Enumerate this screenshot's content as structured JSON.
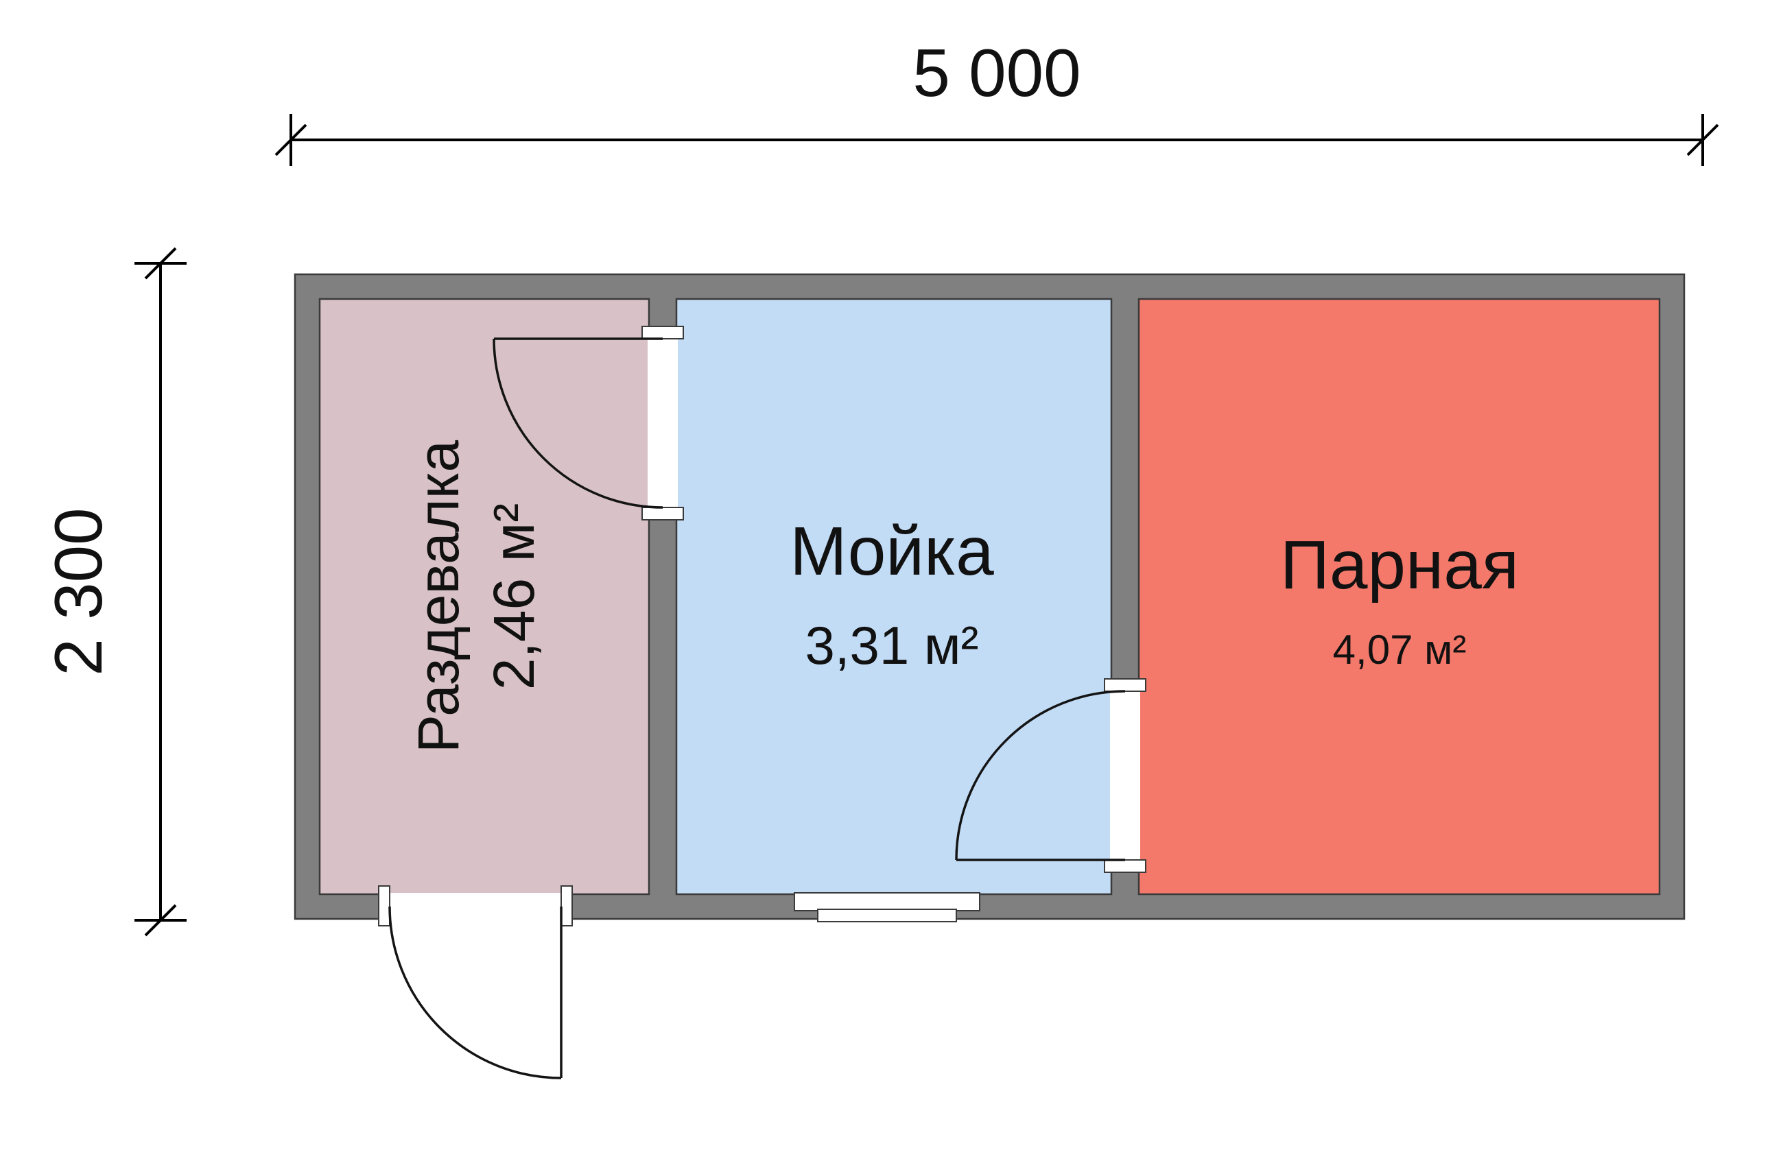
{
  "dimensions": {
    "width_label": "5 000",
    "height_label": "2 300"
  },
  "rooms": [
    {
      "name": "Раздевалка",
      "area": "2,46 м²",
      "color": "#d8c2c8"
    },
    {
      "name": "Мойка",
      "area": "3,31 м²",
      "color": "#c2dcf6"
    },
    {
      "name": "Парная",
      "area": "4,07 м²",
      "color": "#f4796b"
    }
  ],
  "walls": {
    "color": "#808080"
  }
}
